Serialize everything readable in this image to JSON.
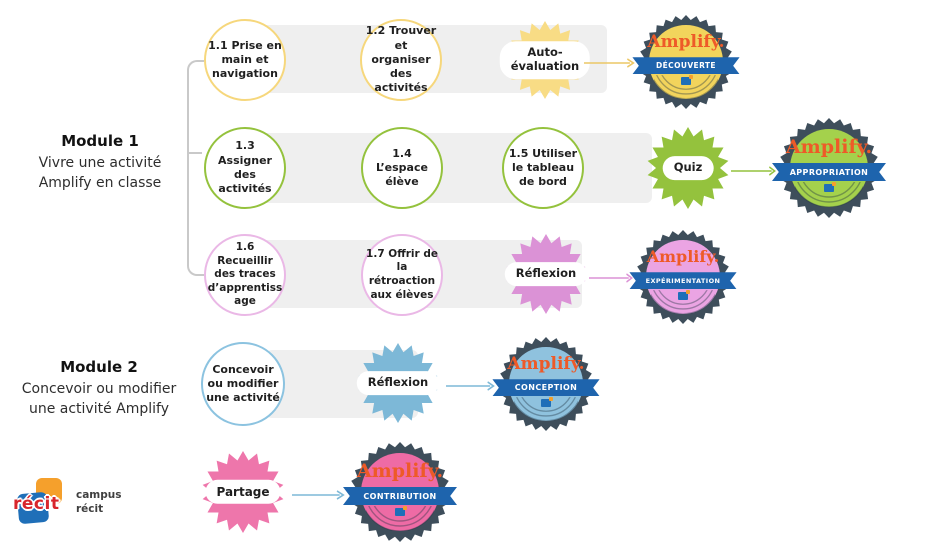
{
  "colors": {
    "ink": "#1f1f1f",
    "band_gray": "#efefef",
    "line_gray": "#c9c9c9",
    "yellow_border": "#f6d77c",
    "yellow_fill": "#f8dc85",
    "yellow_badge": "#f2d45c",
    "arrow_yellow": "#ecc766",
    "green": "#94c23d",
    "green_badge": "#a4d14c",
    "orchid_border": "#eab8e6",
    "orchid_fill": "#db92d6",
    "orchid_badge": "#eba4e3",
    "pink": "#ee76ab",
    "pink_badge": "#ee6ba5",
    "blue_border": "#8cc3e0",
    "blue_fill": "#7db8d7",
    "blue_badge": "#8fc2de",
    "slate": "#3e4e5b",
    "ribbon_blue": "#1e64ad",
    "amplify_orange": "#ee5a28",
    "logo_red": "#d8262c",
    "logo_orange": "#f5a02c",
    "logo_blue": "#1f6fb8",
    "caption_gray": "#3f3f3f"
  },
  "module1": {
    "title": "Module 1",
    "subtitle": "Vivre une activité\nAmplify en classe"
  },
  "module2": {
    "title": "Module 2",
    "subtitle": "Concevoir ou modifier\nune activité Amplify"
  },
  "row1": {
    "circles": [
      "1.1 Prise en\nmain et\nnavigation",
      "1.2 Trouver et\norganiser\ndes activités"
    ],
    "checkpoint": "Auto-\névaluation",
    "badge": {
      "brand": "Amplify.",
      "level": "DÉCOUVERTE"
    }
  },
  "row2": {
    "circles": [
      "1.3 Assigner\ndes\nactivités",
      "1.4 L’espace\nélève",
      "1.5 Utiliser\nle tableau\nde bord"
    ],
    "checkpoint": "Quiz",
    "badge": {
      "brand": "Amplify.",
      "level": "APPROPRIATION"
    }
  },
  "row3": {
    "circles": [
      "1.6 Recueillir\ndes traces\nd’apprentiss\nage",
      "1.7 Offrir de\nla\nrétroaction\naux élèves"
    ],
    "checkpoint": "Réflexion",
    "badge": {
      "brand": "Amplify.",
      "level": "EXPÉRIMENTATION"
    }
  },
  "row4": {
    "circles": [
      "Concevoir\nou modifier\nune activité"
    ],
    "checkpoint": "Réflexion",
    "badge": {
      "brand": "Amplify.",
      "level": "CONCEPTION"
    }
  },
  "row5": {
    "checkpoint": "Partage",
    "badge": {
      "brand": "Amplify.",
      "level": "CONTRIBUTION"
    }
  },
  "footer_logo": {
    "brand": "récit",
    "caption": "campus\nrécit"
  }
}
